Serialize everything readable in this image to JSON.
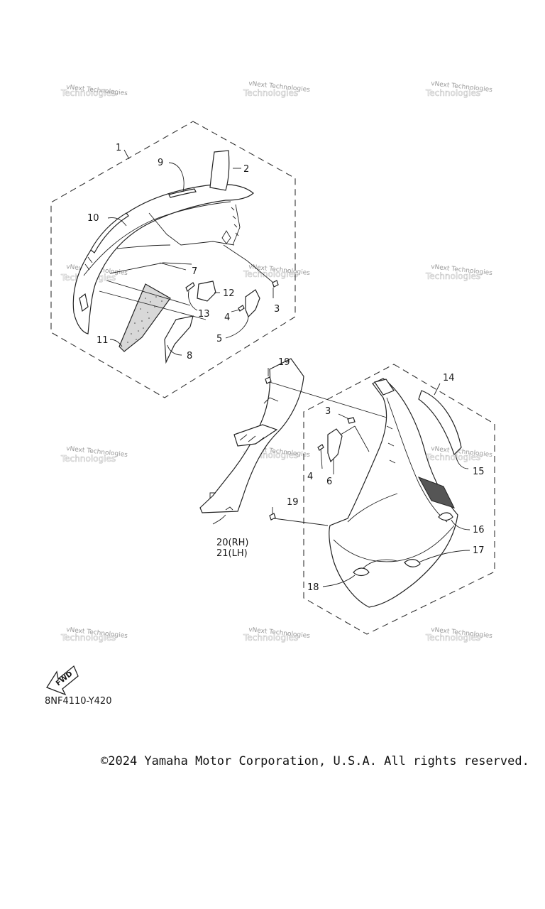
{
  "watermark": {
    "main": "vNext Technologies",
    "back": "Technologies"
  },
  "callouts": {
    "c1": "1",
    "c2": "2",
    "c3a": "3",
    "c4a": "4",
    "c5": "5",
    "c7": "7",
    "c8": "8",
    "c9": "9",
    "c10": "10",
    "c11": "11",
    "c12": "12",
    "c13": "13",
    "c14": "14",
    "c3b": "3",
    "c4b": "4",
    "c6": "6",
    "c15": "15",
    "c16": "16",
    "c17": "17",
    "c18": "18",
    "c19a": "19",
    "c19b": "19",
    "c20": "20(RH)",
    "c21": "21(LH)"
  },
  "fwd_label": "FWD",
  "diagram_code": "8NF4110-Y420",
  "copyright": "©2024 Yamaha Motor Corporation, U.S.A. All rights reserved."
}
